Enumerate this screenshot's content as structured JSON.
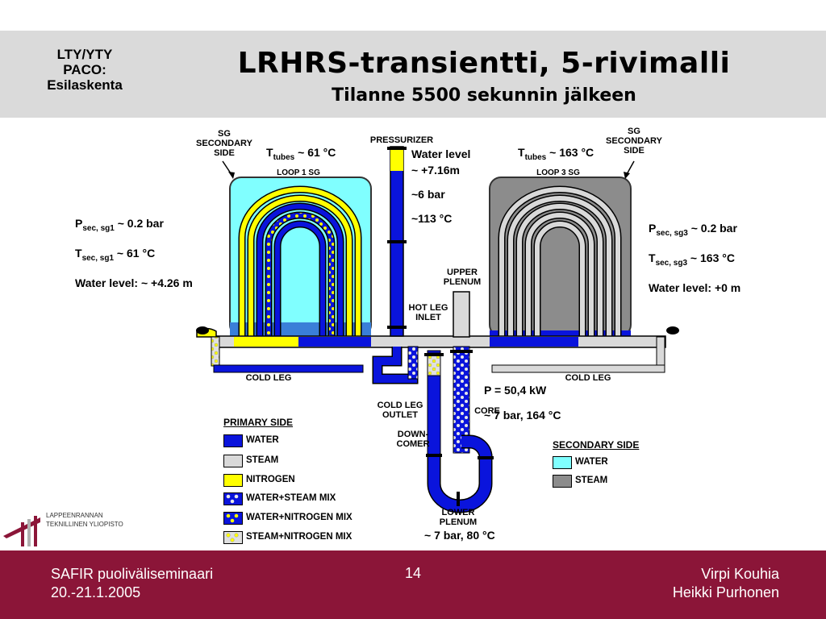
{
  "header": {
    "corner_line1": "LTY/YTY",
    "corner_line2": "PACO:",
    "corner_line3": "Esilaskenta",
    "title": "LRHRS-transientti, 5-rivimalli",
    "subtitle": "Tilanne 5500 sekunnin jälkeen"
  },
  "diagram": {
    "sg_secondary_left": [
      "SG",
      "SECONDARY",
      "SIDE"
    ],
    "sg_secondary_right": [
      "SG",
      "SECONDARY",
      "SIDE"
    ],
    "pressurizer": "PRESSURIZER",
    "loop1": "LOOP 1 SG",
    "loop3": "LOOP 3 SG",
    "upper_plenum": [
      "UPPER",
      "PLENUM"
    ],
    "hot_leg_inlet": [
      "HOT LEG",
      "INLET"
    ],
    "cold_leg_left": "COLD LEG",
    "cold_leg_right": "COLD LEG",
    "cold_leg_outlet": [
      "COLD LEG",
      "OUTLET"
    ],
    "downcomer": [
      "DOWN-",
      "COMER"
    ],
    "core": "CORE",
    "lower_plenum": [
      "LOWER",
      "PLENUM"
    ],
    "t_tubes_left": "~ 61 °C",
    "t_tubes_right": "~ 163 °C",
    "t_label": "T",
    "t_sub": "tubes",
    "pressurizer_info": [
      "Water level",
      "~ +7.16m",
      "~6 bar",
      "~113 °C"
    ],
    "sg1": {
      "p_label": "P",
      "p_sub": "sec, sg1",
      "p_val": " ~ 0.2 bar",
      "t_label": "T",
      "t_sub": "sec, sg1",
      "t_val": " ~ 61 °C",
      "level": "Water level: ~ +4.26 m"
    },
    "sg3": {
      "p_label": "P",
      "p_sub": "sec, sg3",
      "p_val": " ~ 0.2 bar",
      "t_label": "T",
      "t_sub": "sec, sg3",
      "t_val": " ~ 163 °C",
      "level": "Water level: +0 m"
    },
    "power": "P = 50,4 kW",
    "core_state": "~ 7 bar,  164 °C",
    "lower_state": "~ 7 bar,  80 °C"
  },
  "primary_legend": {
    "title": "PRIMARY SIDE",
    "items": [
      "WATER",
      "STEAM",
      "NITROGEN",
      "WATER+STEAM MIX",
      "WATER+NITROGEN MIX",
      "STEAM+NITROGEN MIX"
    ]
  },
  "secondary_legend": {
    "title": "SECONDARY SIDE",
    "items": [
      "WATER",
      "STEAM"
    ]
  },
  "logo": {
    "line1": "LAPPEENRANNAN",
    "line2": "TEKNILLINEN YLIOPISTO"
  },
  "footer": {
    "left1": "SAFIR puoliväliseminaari",
    "left2": "20.-21.1.2005",
    "page": "14",
    "right1": "Virpi Kouhia",
    "right2": "Heikki Purhonen"
  },
  "colors": {
    "water": "#0a14dc",
    "steam": "#d9d9d9",
    "nitrogen": "#ffff00",
    "sec_water": "#80ffff",
    "sec_steam": "#8c8c8c",
    "footer": "#8b1538"
  }
}
